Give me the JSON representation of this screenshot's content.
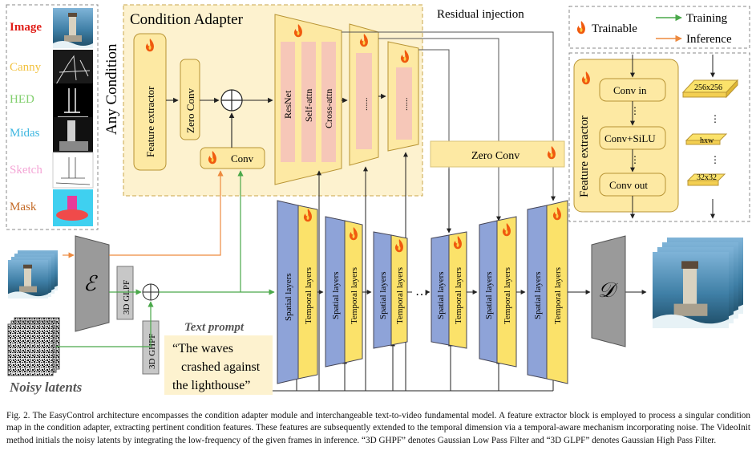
{
  "colors": {
    "adapter_bg": "#fdf2cf",
    "adapter_border": "#c9a64a",
    "box_yellow": "#fde9a3",
    "box_yellow_stroke": "#b89434",
    "unet_blue": "#8ea3d8",
    "unet_yellow": "#fbe26a",
    "attn_pink": "#f6c7b8",
    "arrow_orange": "#ed8a3f",
    "arrow_green": "#4aa84a",
    "flame": "#f05a0e"
  },
  "conditions": {
    "label": "Any Condition",
    "items": [
      {
        "label": "Image",
        "color": "#e0201a"
      },
      {
        "label": "Canny",
        "color": "#f2c240"
      },
      {
        "label": "HED",
        "color": "#82cf6e"
      },
      {
        "label": "Midas",
        "color": "#3cb6e0"
      },
      {
        "label": "Sketch",
        "color": "#f4a6d6"
      },
      {
        "label": "Mask",
        "color": "#c46a26"
      }
    ]
  },
  "adapter": {
    "title": "Condition Adapter",
    "feature_extractor": "Feature extractor",
    "zero_conv": "Zero Conv",
    "conv": "Conv",
    "resnet": "ResNet",
    "self_attn": "Self-attn",
    "cross_attn": "Cross-attn",
    "ellipsis": "......"
  },
  "residual_injection": "Residual injection",
  "zero_conv_bar": "Zero Conv",
  "legend": {
    "trainable": "Trainable",
    "training": "Training",
    "inference": "Inference"
  },
  "fe_detail": {
    "title": "Feature extractor",
    "conv_in": "Conv in",
    "conv_silu": "Conv+SiLU",
    "conv_out": "Conv out",
    "sizes": [
      "256x256",
      "hxw",
      "32x32"
    ]
  },
  "pipeline": {
    "encoder": "ℰ",
    "decoder": "𝒟",
    "glpf": "3D GLPF",
    "ghpf": "3D GHPF",
    "noisy_latents": "Noisy latents",
    "text_prompt_label": "Text prompt",
    "text_prompt": [
      "“The waves",
      "crashed against",
      "the lighthouse”"
    ],
    "spatial": "Spatial layers",
    "temporal": "Temporal layers",
    "dots": "…"
  },
  "caption": "Fig. 2.  The EasyControl architecture encompasses the condition adapter module and interchangeable text-to-video fundamental model. A feature extractor block is employed to process a singular condition map in the condition adapter, extracting pertinent condition features. These features are subsequently extended to the temporal dimension via a temporal-aware mechanism incorporating noise. The VideoInit method initials the noisy latents by integrating the low-frequency of the given frames in inference. “3D GHPF” denotes Gaussian Low Pass Filter and “3D GLPF” denotes Gaussian High Pass Filter."
}
